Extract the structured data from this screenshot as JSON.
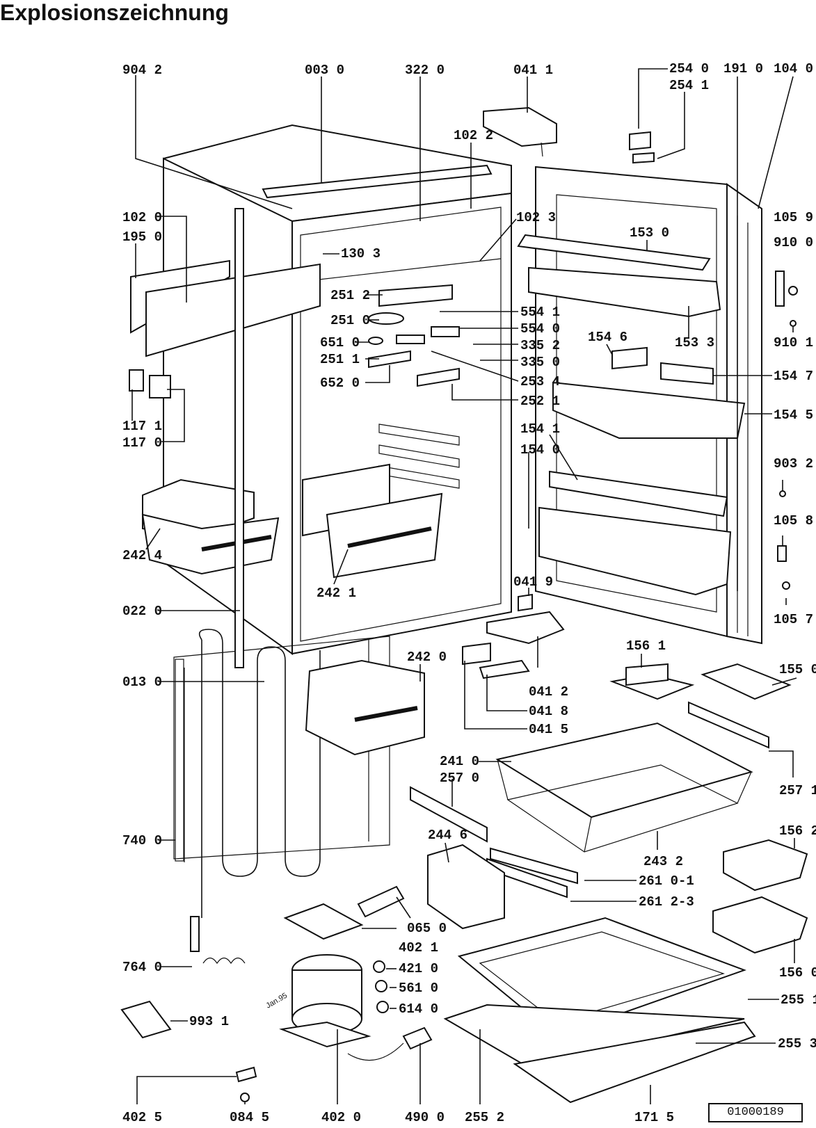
{
  "title": "Explosionszeichnung",
  "document_id": "01000189",
  "stamp": "Jan.95",
  "labels": [
    {
      "id": "9042",
      "text": "904 2"
    },
    {
      "id": "0030",
      "text": "003 0"
    },
    {
      "id": "3220",
      "text": "322 0"
    },
    {
      "id": "0411",
      "text": "041 1"
    },
    {
      "id": "1022",
      "text": "102 2"
    },
    {
      "id": "2540",
      "text": "254 0"
    },
    {
      "id": "2541",
      "text": "254 1"
    },
    {
      "id": "1910",
      "text": "191 0"
    },
    {
      "id": "1040",
      "text": "104 0"
    },
    {
      "id": "1020",
      "text": "102 0"
    },
    {
      "id": "1950",
      "text": "195 0"
    },
    {
      "id": "1023",
      "text": "102 3"
    },
    {
      "id": "1059",
      "text": "105 9"
    },
    {
      "id": "9100",
      "text": "910 0"
    },
    {
      "id": "1303",
      "text": "130 3"
    },
    {
      "id": "1530",
      "text": "153 0"
    },
    {
      "id": "2512",
      "text": "251 2"
    },
    {
      "id": "5541",
      "text": "554 1"
    },
    {
      "id": "2510",
      "text": "251 0"
    },
    {
      "id": "5540",
      "text": "554 0"
    },
    {
      "id": "1546",
      "text": "154 6"
    },
    {
      "id": "1533",
      "text": "153 3"
    },
    {
      "id": "6510",
      "text": "651 0"
    },
    {
      "id": "3352",
      "text": "335 2"
    },
    {
      "id": "9101",
      "text": "910 1"
    },
    {
      "id": "2511",
      "text": "251 1"
    },
    {
      "id": "3350",
      "text": "335 0"
    },
    {
      "id": "2534",
      "text": "253 4"
    },
    {
      "id": "1547",
      "text": "154 7"
    },
    {
      "id": "6520",
      "text": "652 0"
    },
    {
      "id": "2521",
      "text": "252 1"
    },
    {
      "id": "1171",
      "text": "117 1"
    },
    {
      "id": "1545",
      "text": "154 5"
    },
    {
      "id": "1541",
      "text": "154 1"
    },
    {
      "id": "1170",
      "text": "117 0"
    },
    {
      "id": "1540",
      "text": "154 0"
    },
    {
      "id": "9032",
      "text": "903 2"
    },
    {
      "id": "1058",
      "text": "105 8"
    },
    {
      "id": "2424",
      "text": "242 4"
    },
    {
      "id": "2421",
      "text": "242 1"
    },
    {
      "id": "0419",
      "text": "041 9"
    },
    {
      "id": "0220",
      "text": "022 0"
    },
    {
      "id": "1057",
      "text": "105 7"
    },
    {
      "id": "1561",
      "text": "156 1"
    },
    {
      "id": "2420",
      "text": "242 0"
    },
    {
      "id": "1550",
      "text": "155 0"
    },
    {
      "id": "0130",
      "text": "013 0"
    },
    {
      "id": "0412",
      "text": "041 2"
    },
    {
      "id": "0418",
      "text": "041 8"
    },
    {
      "id": "0415",
      "text": "041 5"
    },
    {
      "id": "2410",
      "text": "241 0"
    },
    {
      "id": "2570",
      "text": "257 0"
    },
    {
      "id": "2571",
      "text": "257 1"
    },
    {
      "id": "2446",
      "text": "244 6"
    },
    {
      "id": "1562",
      "text": "156 2"
    },
    {
      "id": "7400",
      "text": "740 0"
    },
    {
      "id": "2432",
      "text": "243 2"
    },
    {
      "id": "2610-1",
      "text": "261 0-1"
    },
    {
      "id": "2612-3",
      "text": "261 2-3"
    },
    {
      "id": "0650",
      "text": "065 0"
    },
    {
      "id": "4021",
      "text": "402 1"
    },
    {
      "id": "1560",
      "text": "156 0"
    },
    {
      "id": "7640",
      "text": "764 0"
    },
    {
      "id": "4210",
      "text": "421 0"
    },
    {
      "id": "2551",
      "text": "255 1"
    },
    {
      "id": "5610",
      "text": "561 0"
    },
    {
      "id": "6140",
      "text": "614 0"
    },
    {
      "id": "9931",
      "text": "993 1"
    },
    {
      "id": "2553",
      "text": "255 3"
    },
    {
      "id": "4025",
      "text": "402 5"
    },
    {
      "id": "0845",
      "text": "084 5"
    },
    {
      "id": "4020",
      "text": "402 0"
    },
    {
      "id": "4900",
      "text": "490 0"
    },
    {
      "id": "2552",
      "text": "255 2"
    },
    {
      "id": "1715",
      "text": "171 5"
    }
  ]
}
